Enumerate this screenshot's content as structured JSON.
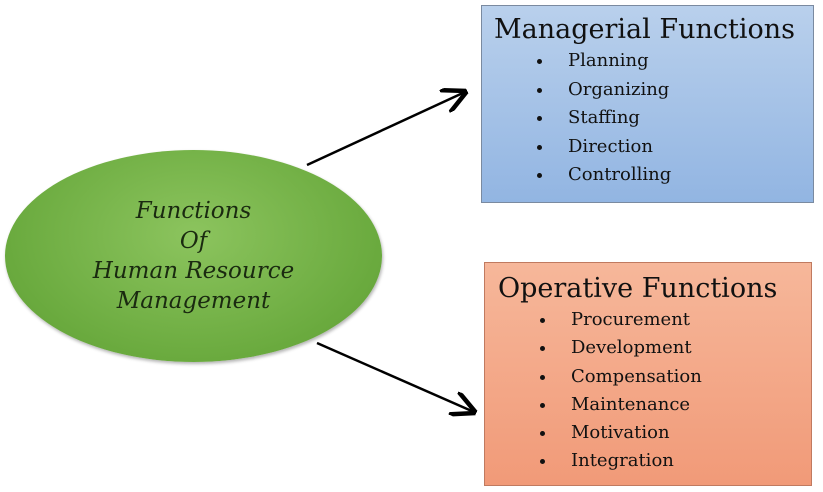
{
  "center": {
    "lines": [
      "Functions",
      "Of",
      "Human Resource",
      "Management"
    ]
  },
  "managerial": {
    "title": "Managerial Functions",
    "items": [
      "Planning",
      "Organizing",
      "Staffing",
      "Direction",
      "Controlling"
    ]
  },
  "operative": {
    "title": "Operative Functions",
    "items": [
      "Procurement",
      "Development",
      "Compensation",
      "Maintenance",
      "Motivation",
      "Integration"
    ]
  },
  "colors": {
    "ellipse": "#72b044",
    "managerial": "#a5c2e8",
    "operative": "#f4a886"
  }
}
